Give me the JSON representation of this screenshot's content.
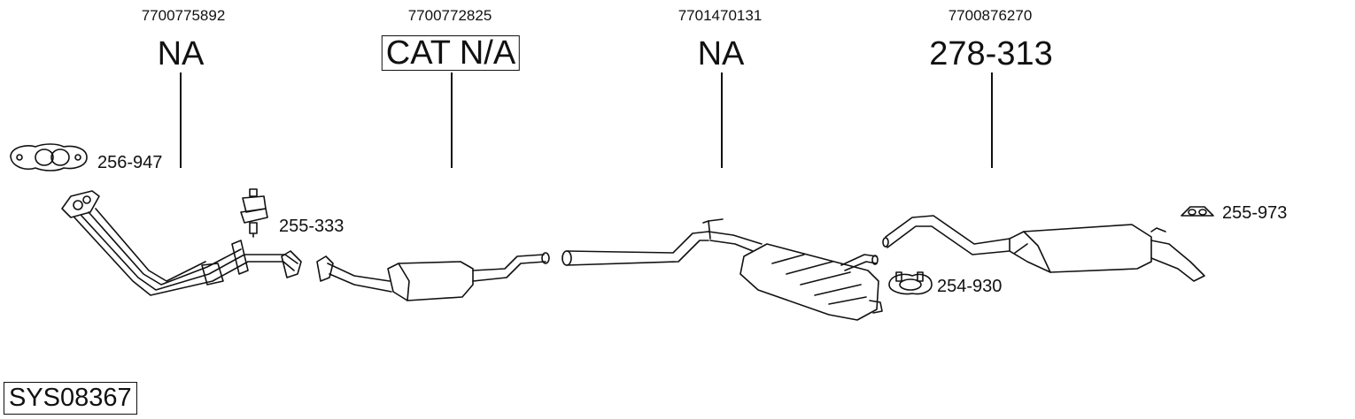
{
  "columns": [
    {
      "oem": "7700775892",
      "part": "NA"
    },
    {
      "oem": "7700772825",
      "part": "CAT N/A"
    },
    {
      "oem": "7701470131",
      "part": "NA"
    },
    {
      "oem": "7700876270",
      "part": "278-313"
    }
  ],
  "accessories": [
    {
      "code": "256-947",
      "icon": "gasket-icon"
    },
    {
      "code": "255-333",
      "icon": "rubber-mount-icon"
    },
    {
      "code": "255-973",
      "icon": "hanger-icon"
    },
    {
      "code": "254-930",
      "icon": "clamp-icon"
    }
  ],
  "system_code": "SYS08367"
}
